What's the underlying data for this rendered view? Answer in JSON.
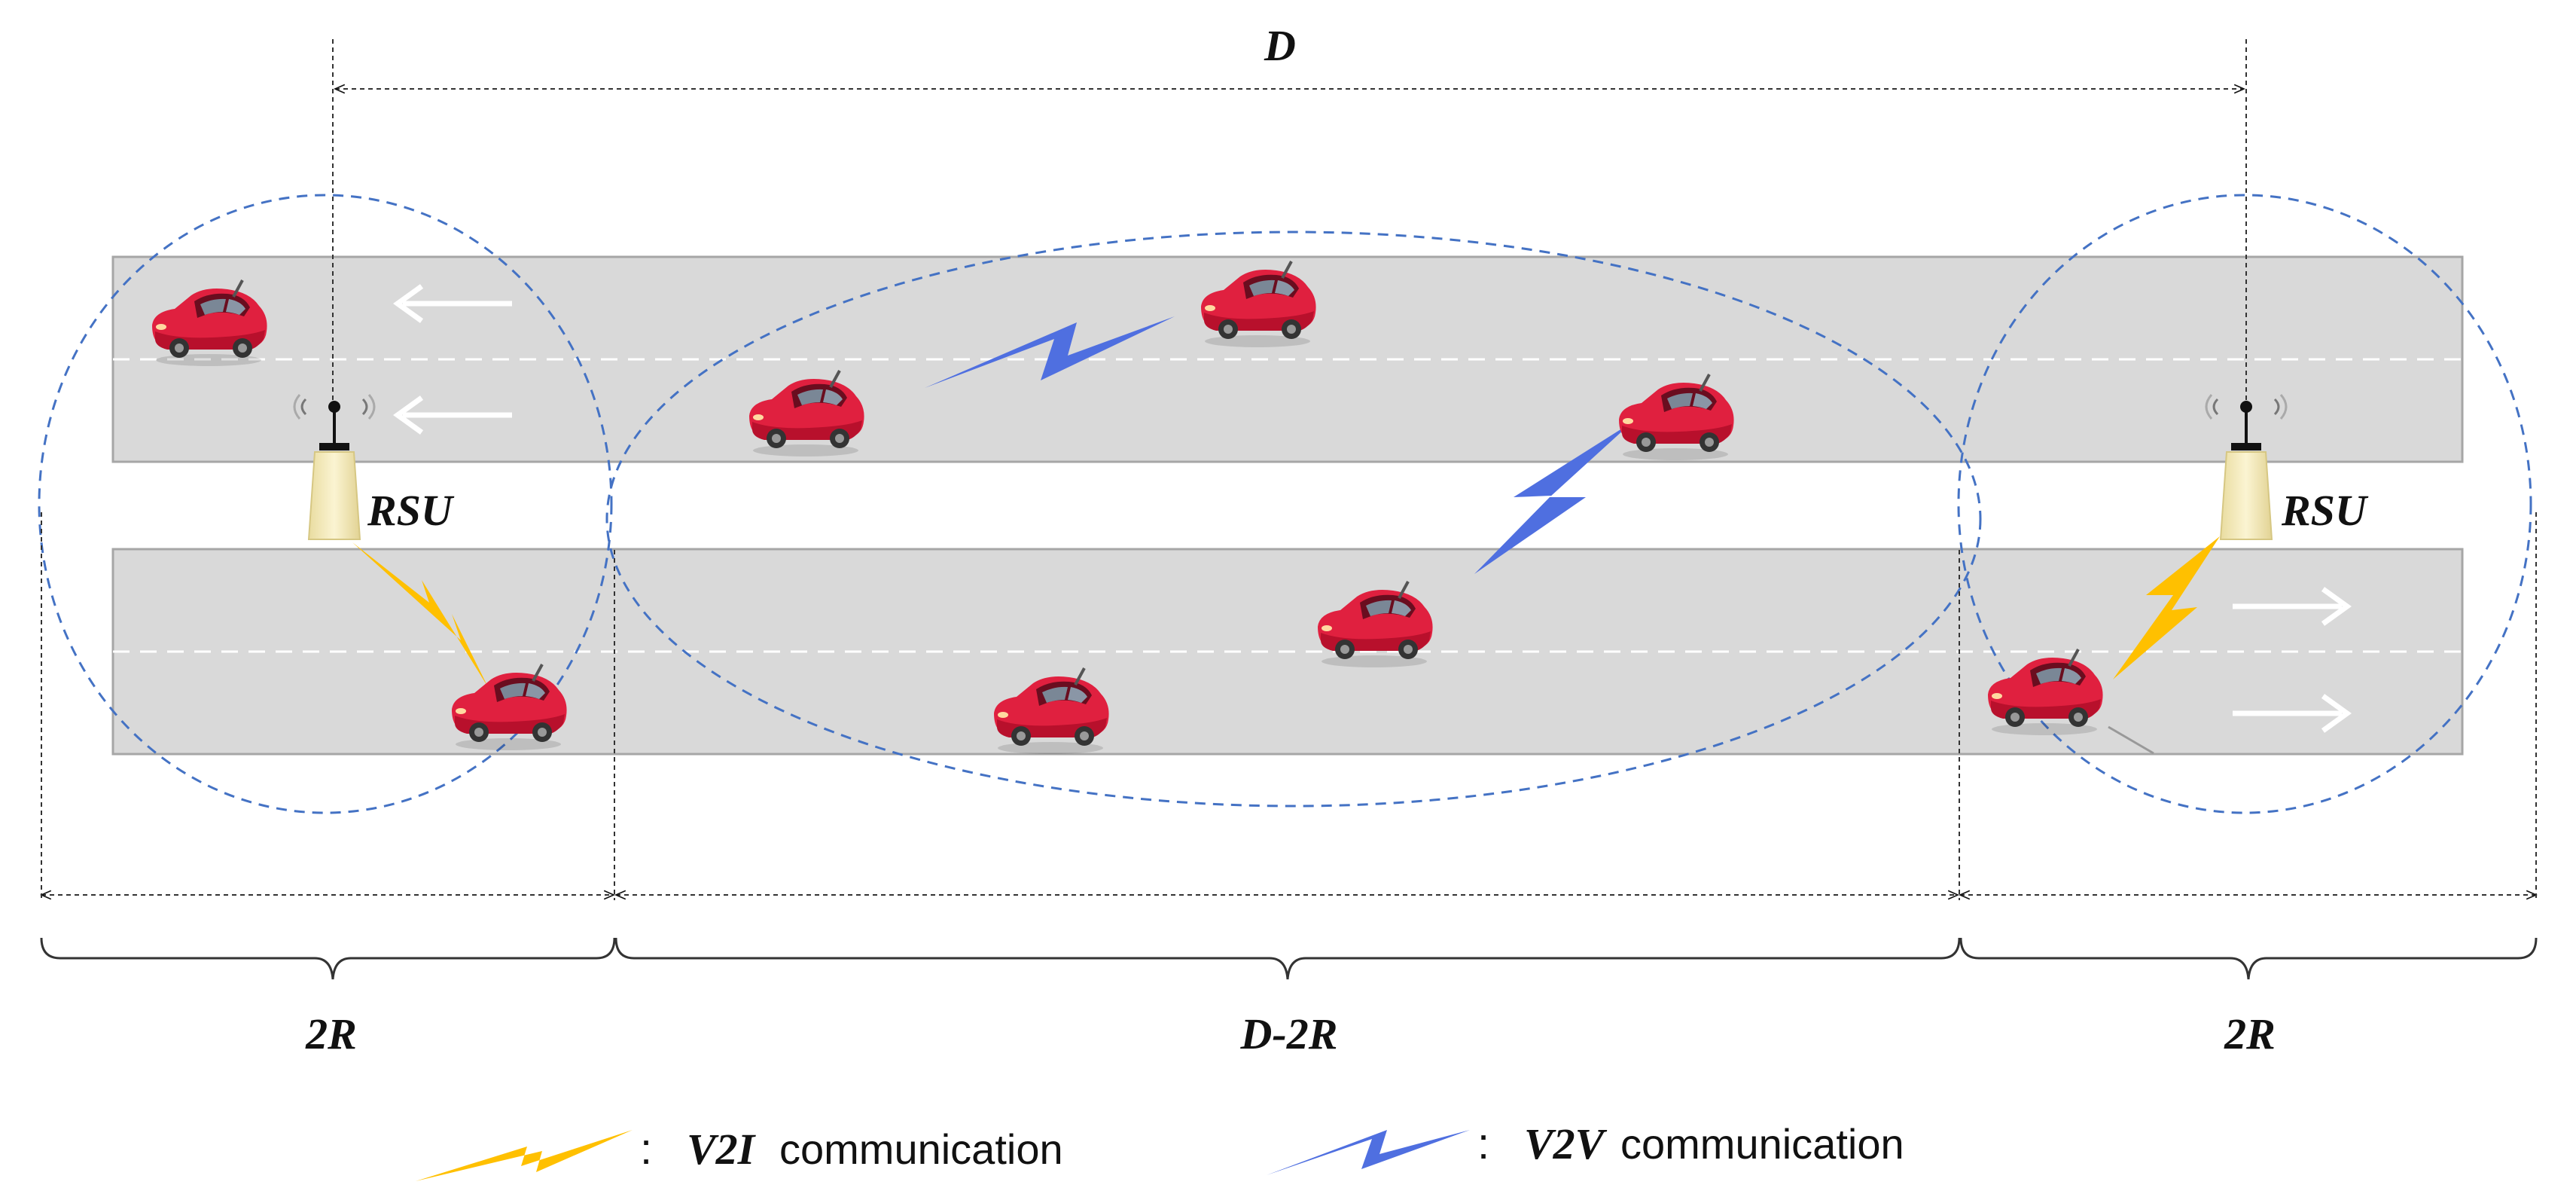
{
  "labels": {
    "distance_total": "D",
    "rsu_left": "RSU",
    "rsu_right": "RSU",
    "span_left": "2R",
    "span_middle": "D-2R",
    "span_right": "2R"
  },
  "legend": {
    "v2i_abbr": "V2I",
    "v2i_text": "communication",
    "v2v_abbr": "V2V",
    "v2v_text": "communication",
    "separator": ":"
  },
  "colors": {
    "road": "#d9d9d9",
    "road_edge": "#a6a6a6",
    "coverage_ring": "#4472c4",
    "car_body": "#e0203f",
    "v2i_bolt": "#ffc000",
    "v2v_bolt": "#4f6fe0",
    "rsu_body": "#f2e7b0",
    "arrow": "#ffffff"
  },
  "lane_arrows": {
    "upper_road": "leftward",
    "lower_road": "rightward"
  }
}
